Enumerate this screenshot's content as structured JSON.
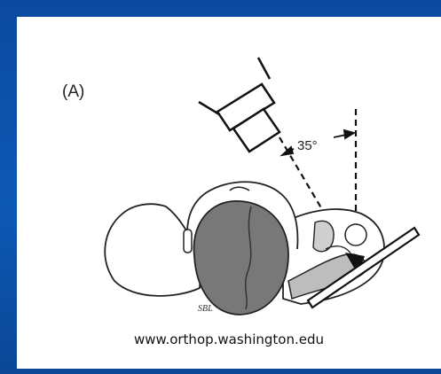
{
  "figure": {
    "panel_label": "(A)",
    "angle_label": "35°",
    "signature": "SBL"
  },
  "caption": "www.orthop.washington.edu"
}
